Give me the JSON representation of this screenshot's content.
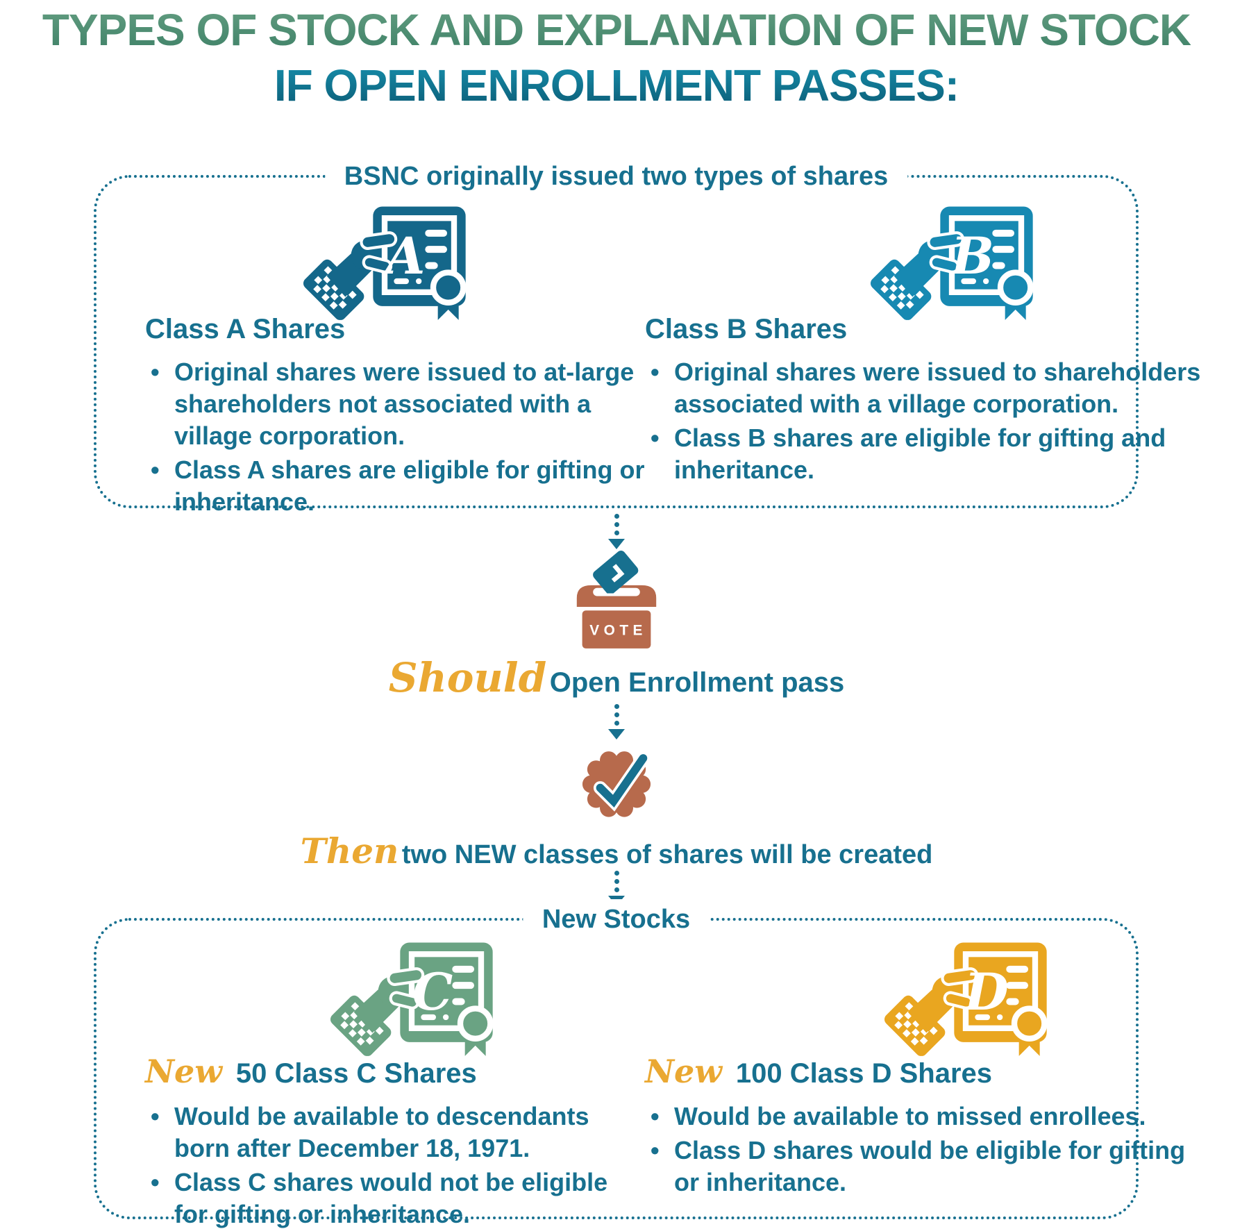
{
  "colors": {
    "border-teal": "#17708f",
    "teal-text": "#17708f",
    "class-a": "#14678a",
    "class-b": "#1789b2",
    "class-c": "#6aa383",
    "class-d": "#e9a620",
    "rust": "#b76a4c",
    "ballot-blue": "#17708f",
    "script-yellow": "#eaa832"
  },
  "title": {
    "line1": "TYPES OF STOCK AND EXPLANATION OF NEW STOCK",
    "line2": "IF OPEN ENROLLMENT PASSES:"
  },
  "original_box": {
    "header": "BSNC originally issued two types of shares",
    "class_a": {
      "letter": "A",
      "heading": "Class A Shares",
      "bullets": [
        "Original shares were issued to at-large shareholders not associated with a village corporation.",
        "Class A shares are eligible for gifting or inheritance."
      ]
    },
    "class_b": {
      "letter": "B",
      "heading": "Class B Shares",
      "bullets": [
        "Original shares were issued to shareholders associated with a village corporation.",
        "Class B shares are eligible for gifting and inheritance."
      ]
    }
  },
  "flow": {
    "vote_label": "VOTE",
    "should_script": "Should",
    "should_text": "Open Enrollment pass",
    "then_script": "Then",
    "then_text": "two NEW classes of shares will be created"
  },
  "new_box": {
    "header": "New Stocks",
    "class_c": {
      "letter": "C",
      "new_label": "New",
      "heading": "50 Class C Shares",
      "bullets": [
        "Would be available to descendants born after December 18, 1971.",
        "Class C shares would not be eligible for gifting or inheritance."
      ]
    },
    "class_d": {
      "letter": "D",
      "new_label": "New",
      "heading": "100 Class D Shares",
      "bullets": [
        "Would be available to missed enrollees.",
        "Class D shares would be eligible for gifting or inheritance."
      ]
    }
  }
}
